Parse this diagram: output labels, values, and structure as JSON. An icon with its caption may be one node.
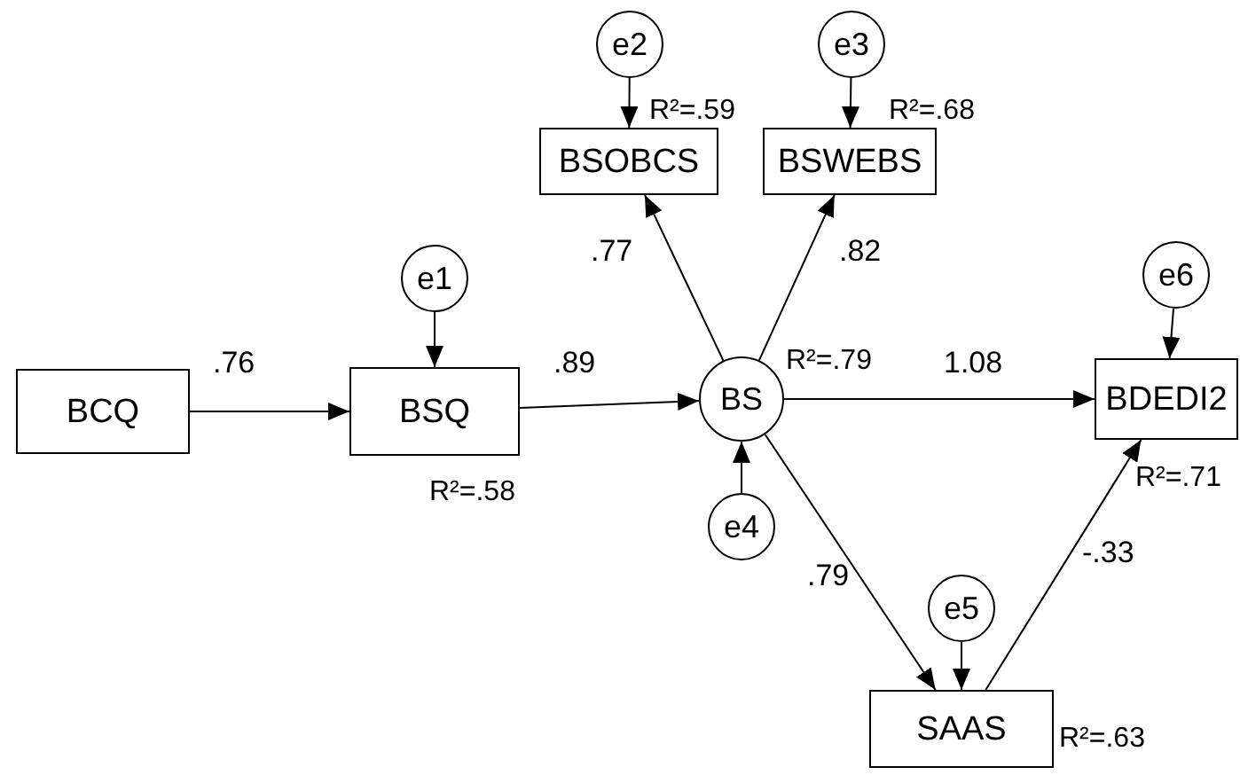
{
  "diagram": {
    "nodes": [
      {
        "text": [
          "e2"
        ]
      },
      {
        "text": [
          "e3"
        ]
      },
      {
        "text": [
          "BSOBCS"
        ],
        "beside": [
          "R²=.59"
        ]
      },
      {
        "text": [
          "BSWEBS"
        ],
        "beside": [
          "R²=.68"
        ]
      },
      {
        "text": [
          "e1"
        ]
      },
      {
        "text": [
          "e6"
        ]
      },
      {
        "text": [
          "BCQ"
        ]
      },
      {
        "text": [
          "BSQ"
        ],
        "beside": [
          "R²=.58"
        ]
      },
      {
        "text": [
          "BS"
        ],
        "beside": [
          "R²=.79"
        ]
      },
      {
        "text": [
          "BDEDI2"
        ],
        "beside": [
          "R²=.71"
        ]
      },
      {
        "text": [
          "e4"
        ]
      },
      {
        "text": [
          "e5"
        ]
      },
      {
        "text": [
          "SAAS"
        ],
        "beside": [
          "R²=.63"
        ]
      }
    ],
    "edges": [
      {
        "from": 6,
        "to": 7,
        "arrow": "to",
        "label": ".76"
      },
      {
        "from": 7,
        "to": 8,
        "arrow": "to",
        "label": ".89"
      },
      {
        "from": 4,
        "to": 7,
        "arrow": "to"
      },
      {
        "from": 8,
        "to": 2,
        "arrow": "to",
        "label": ".77"
      },
      {
        "from": 8,
        "to": 3,
        "arrow": "to",
        "label": ".82"
      },
      {
        "from": 0,
        "to": 2,
        "arrow": "to"
      },
      {
        "from": 1,
        "to": 3,
        "arrow": "to"
      },
      {
        "from": 10,
        "to": 8,
        "arrow": "to"
      },
      {
        "from": 8,
        "to": 9,
        "arrow": "to",
        "label": "1.08"
      },
      {
        "from": 8,
        "to": 12,
        "arrow": "to",
        "label": ".79"
      },
      {
        "from": 11,
        "to": 12,
        "arrow": "to"
      },
      {
        "from": 12,
        "to": 9,
        "arrow": "to",
        "label": "-.33"
      },
      {
        "from": 5,
        "to": 9,
        "arrow": "to"
      }
    ]
  }
}
